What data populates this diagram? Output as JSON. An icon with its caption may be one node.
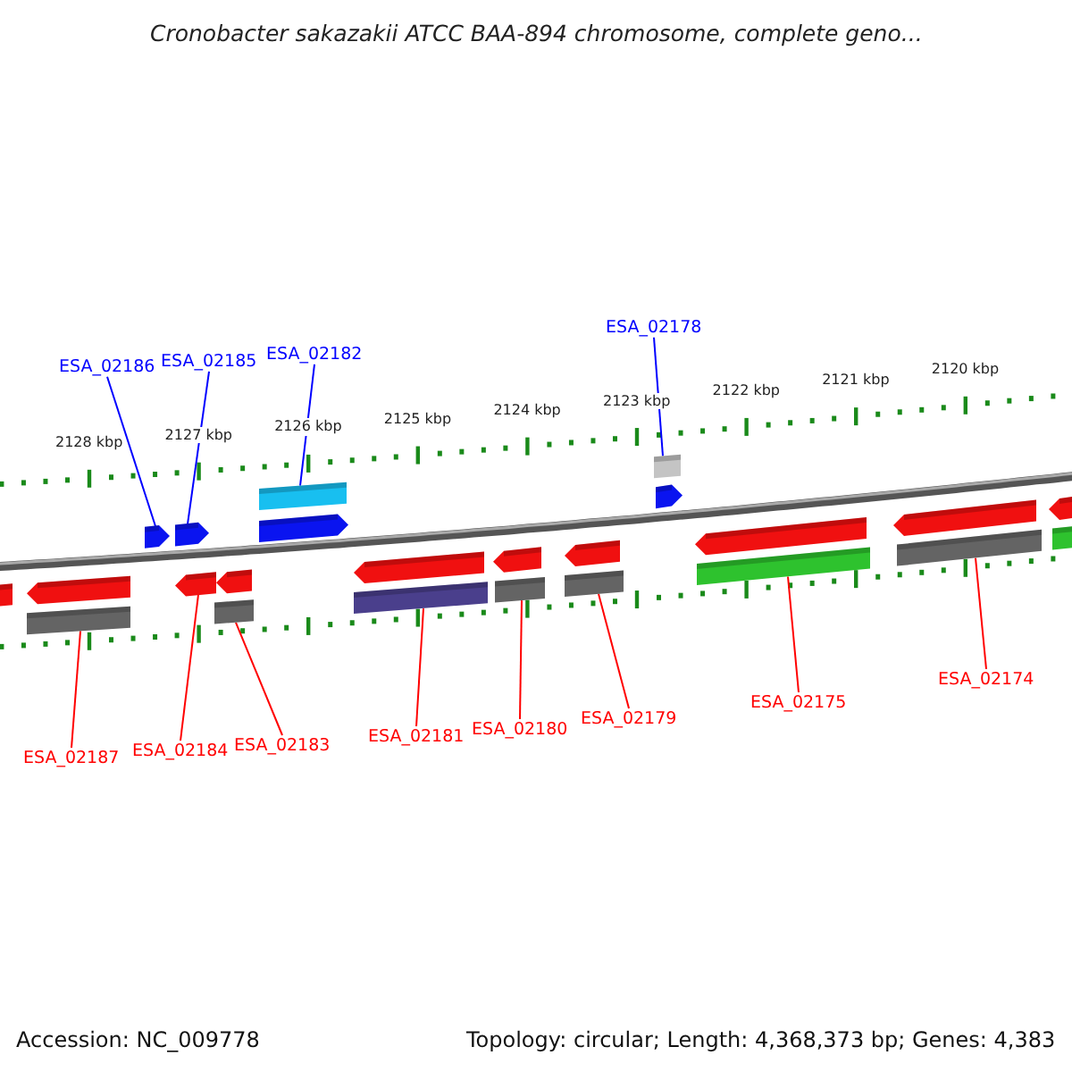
{
  "diagram": {
    "title": "Cronobacter sakazakii ATCC BAA-894 chromosome, complete geno...",
    "nodes": [
      {
        "text": [
          "ESA_02186"
        ]
      },
      {
        "text": [
          "ESA_02185"
        ]
      },
      {
        "text": [
          "ESA_02182"
        ]
      },
      {
        "text": [
          "ESA_02178"
        ]
      },
      {
        "text": [
          "ESA_02187"
        ]
      },
      {
        "text": [
          "ESA_02184"
        ]
      },
      {
        "text": [
          "ESA_02183"
        ]
      },
      {
        "text": [
          "ESA_02181"
        ]
      },
      {
        "text": [
          "ESA_02180"
        ]
      },
      {
        "text": [
          "ESA_02179"
        ]
      },
      {
        "text": [
          "ESA_02175"
        ]
      },
      {
        "text": [
          "ESA_02174"
        ]
      },
      {
        "text": [],
        "shape": "arrow"
      },
      {
        "text": [],
        "shape": "arrow"
      },
      {
        "text": [],
        "shape": "bar"
      },
      {
        "text": [],
        "shape": "arrow"
      },
      {
        "text": [],
        "shape": "arrow"
      },
      {
        "text": [],
        "shape": "arrow"
      },
      {
        "text": [],
        "shape": "bar"
      },
      {
        "text": [],
        "shape": "arrow"
      },
      {
        "text": [],
        "shape": "bar"
      },
      {
        "text": [],
        "shape": "arrow"
      },
      {
        "text": [],
        "shape": "arrow"
      },
      {
        "text": [],
        "shape": "bar"
      },
      {
        "text": [],
        "shape": "arrow"
      },
      {
        "text": [],
        "shape": "bar"
      },
      {
        "text": [],
        "shape": "arrow"
      },
      {
        "text": [],
        "shape": "bar"
      },
      {
        "text": [],
        "shape": "bar"
      },
      {
        "text": [],
        "shape": "arrow"
      },
      {
        "text": [],
        "shape": "arrow"
      },
      {
        "text": [],
        "shape": "bar"
      },
      {
        "text": [],
        "shape": "arrow"
      },
      {
        "text": [],
        "shape": "bar"
      },
      {
        "text": [],
        "shape": "arrow"
      },
      {
        "text": [],
        "shape": "bar"
      }
    ],
    "edges": [
      {
        "from": 0,
        "to": 15,
        "arrow": "none",
        "color": "#0000ff"
      },
      {
        "from": 1,
        "to": 16,
        "arrow": "none",
        "color": "#0000ff"
      },
      {
        "from": 2,
        "to": 20,
        "arrow": "none",
        "color": "#0000ff"
      },
      {
        "from": 3,
        "to": 28,
        "arrow": "none",
        "color": "#0000ff"
      },
      {
        "from": 4,
        "to": 14,
        "arrow": "none"
      },
      {
        "from": 5,
        "to": 17,
        "arrow": "none"
      },
      {
        "from": 6,
        "to": 18,
        "arrow": "none"
      },
      {
        "from": 7,
        "to": 23,
        "arrow": "none"
      },
      {
        "from": 8,
        "to": 25,
        "arrow": "none"
      },
      {
        "from": 9,
        "to": 27,
        "arrow": "none"
      },
      {
        "from": 10,
        "to": 31,
        "arrow": "none"
      },
      {
        "from": 11,
        "to": 33,
        "arrow": "none"
      }
    ],
    "labels": [
      "2128 kbp",
      "2127 kbp",
      "2126 kbp",
      "2125 kbp",
      "2124 kbp",
      "2123 kbp",
      "2122 kbp",
      "2121 kbp",
      "2120 kbp",
      "Accession: NC_009778",
      "Topology: circular; Length: 4,368,373 bp; Genes: 4,383"
    ]
  }
}
